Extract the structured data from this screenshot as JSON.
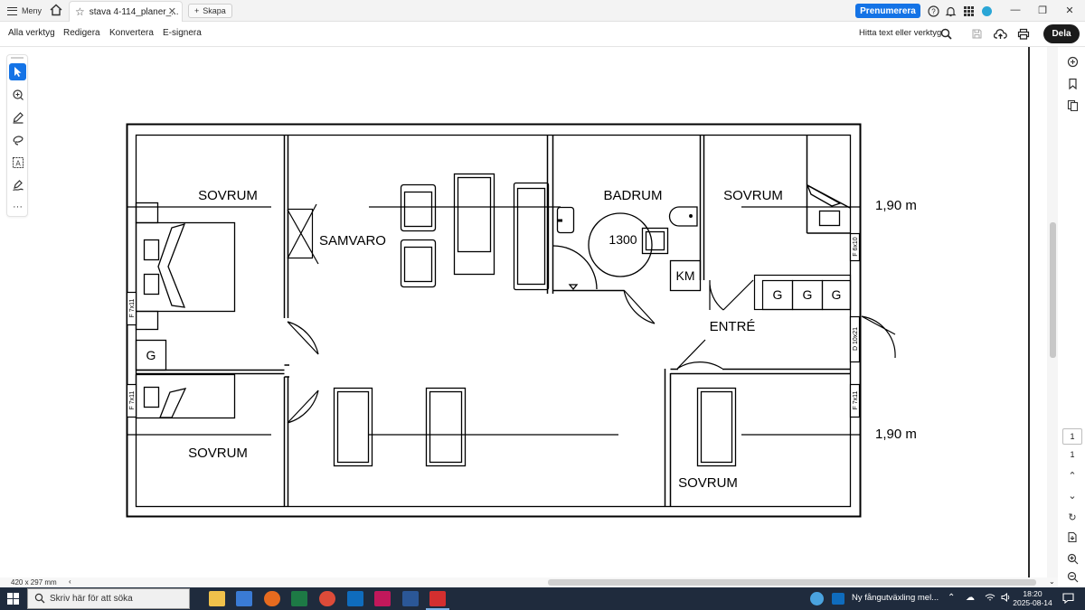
{
  "tabbar": {
    "menu_label": "Meny",
    "tab_title": "stava 4-114_planer_...",
    "create_label": "Skapa",
    "subscribe_label": "Prenumerera"
  },
  "toolbar": {
    "items": [
      "Alla verktyg",
      "Redigera",
      "Konvertera",
      "E-signera"
    ],
    "find_label": "Hitta text eller verktyg",
    "share_label": "Dela"
  },
  "plan": {
    "rooms": {
      "sovrum_top_left": "SOVRUM",
      "samvaro": "SAMVARO",
      "badrum": "BADRUM",
      "sovrum_top_right": "SOVRUM",
      "sovrum_bottom_left": "SOVRUM",
      "sovrum_bottom_right": "SOVRUM",
      "entre": "ENTRÉ"
    },
    "labels": {
      "turning_circle": "1300",
      "km": "KM",
      "g_left": "G",
      "g1": "G",
      "g2": "G",
      "g3": "G",
      "window_left_top": "F 7x11",
      "window_left_bottom": "F 7x11",
      "window_right_top": "F 6x10",
      "door_entry": "D 10x21",
      "window_right_bottom": "F 7x11"
    },
    "dimensions": {
      "top": "1,90 m",
      "bottom": "1,90 m"
    }
  },
  "status": {
    "page_size": "420 x 297 mm",
    "current_page": "1",
    "total_pages": "1"
  },
  "taskbar": {
    "search_placeholder": "Skriv här för att söka",
    "notification": "Ny fångutväxling mel...",
    "time": "18:20",
    "date": "2025-08-14"
  },
  "colors": {
    "accent": "#1473e6",
    "taskbar": "#1f2b3d"
  }
}
